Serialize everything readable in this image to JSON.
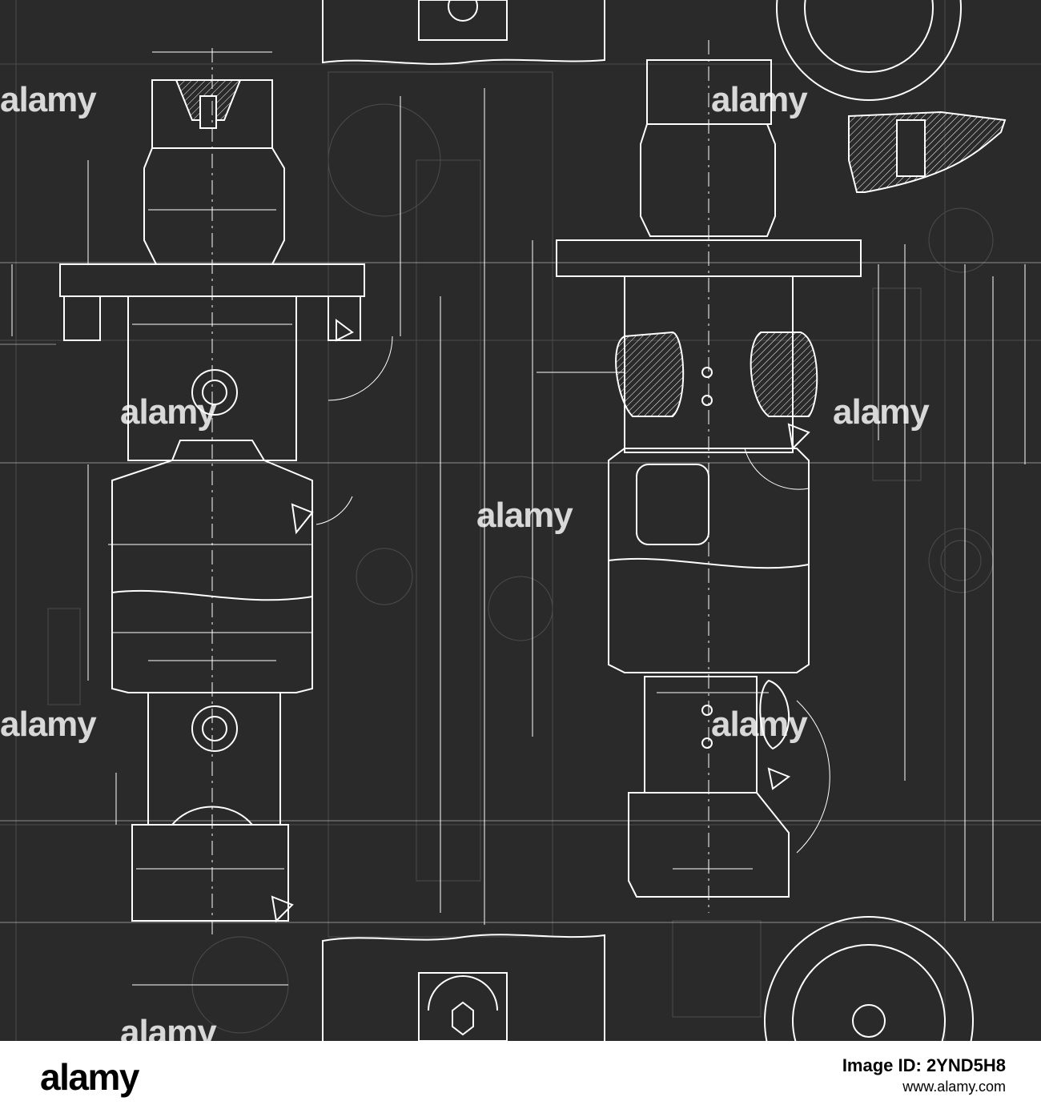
{
  "watermark": {
    "text": "alamy",
    "color": "#ffffff"
  },
  "footer": {
    "logo": "alamy",
    "image_id": "Image ID: 2YND5H8",
    "site": "www.alamy.com"
  },
  "colors": {
    "background": "#2a2a2a",
    "line": "#ffffff",
    "faint_line": "#5a5a5a"
  },
  "icons": {
    "triangle_insert": "triangle-insert-icon",
    "hex_bolt": "hex-bolt-icon",
    "dial_gauge": "dial-gauge-icon"
  }
}
